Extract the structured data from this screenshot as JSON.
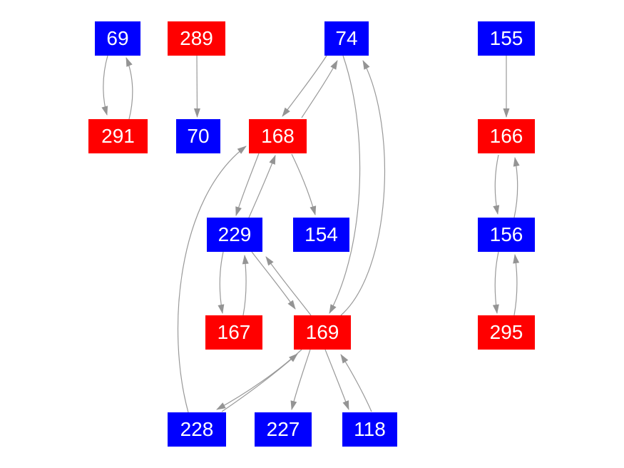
{
  "colors": {
    "node_red": "#ff0000",
    "node_blue": "#0000ff",
    "edge": "#999999",
    "arrowhead": "#949494",
    "label_text": "#ffffff",
    "background": "#ffffff"
  },
  "graph": {
    "nodes": [
      {
        "id": "69",
        "label": "69",
        "color": "blue"
      },
      {
        "id": "289",
        "label": "289",
        "color": "red"
      },
      {
        "id": "74",
        "label": "74",
        "color": "blue"
      },
      {
        "id": "155",
        "label": "155",
        "color": "blue"
      },
      {
        "id": "291",
        "label": "291",
        "color": "red"
      },
      {
        "id": "70",
        "label": "70",
        "color": "blue"
      },
      {
        "id": "168",
        "label": "168",
        "color": "red"
      },
      {
        "id": "166",
        "label": "166",
        "color": "red"
      },
      {
        "id": "229",
        "label": "229",
        "color": "blue"
      },
      {
        "id": "154",
        "label": "154",
        "color": "blue"
      },
      {
        "id": "156",
        "label": "156",
        "color": "blue"
      },
      {
        "id": "167",
        "label": "167",
        "color": "red"
      },
      {
        "id": "169",
        "label": "169",
        "color": "red"
      },
      {
        "id": "295",
        "label": "295",
        "color": "red"
      },
      {
        "id": "228",
        "label": "228",
        "color": "blue"
      },
      {
        "id": "227",
        "label": "227",
        "color": "blue"
      },
      {
        "id": "118",
        "label": "118",
        "color": "blue"
      }
    ],
    "edges": [
      {
        "from": "69",
        "to": "291"
      },
      {
        "from": "291",
        "to": "69"
      },
      {
        "from": "289",
        "to": "70"
      },
      {
        "from": "74",
        "to": "168"
      },
      {
        "from": "168",
        "to": "74"
      },
      {
        "from": "74",
        "to": "169"
      },
      {
        "from": "169",
        "to": "74"
      },
      {
        "from": "168",
        "to": "229"
      },
      {
        "from": "229",
        "to": "168"
      },
      {
        "from": "168",
        "to": "154"
      },
      {
        "from": "229",
        "to": "167"
      },
      {
        "from": "167",
        "to": "229"
      },
      {
        "from": "229",
        "to": "169"
      },
      {
        "from": "169",
        "to": "229"
      },
      {
        "from": "228",
        "to": "168"
      },
      {
        "from": "169",
        "to": "228"
      },
      {
        "from": "228",
        "to": "169"
      },
      {
        "from": "169",
        "to": "227"
      },
      {
        "from": "169",
        "to": "118"
      },
      {
        "from": "118",
        "to": "169"
      },
      {
        "from": "155",
        "to": "166"
      },
      {
        "from": "166",
        "to": "156"
      },
      {
        "from": "156",
        "to": "166"
      },
      {
        "from": "156",
        "to": "295"
      },
      {
        "from": "295",
        "to": "156"
      }
    ]
  }
}
